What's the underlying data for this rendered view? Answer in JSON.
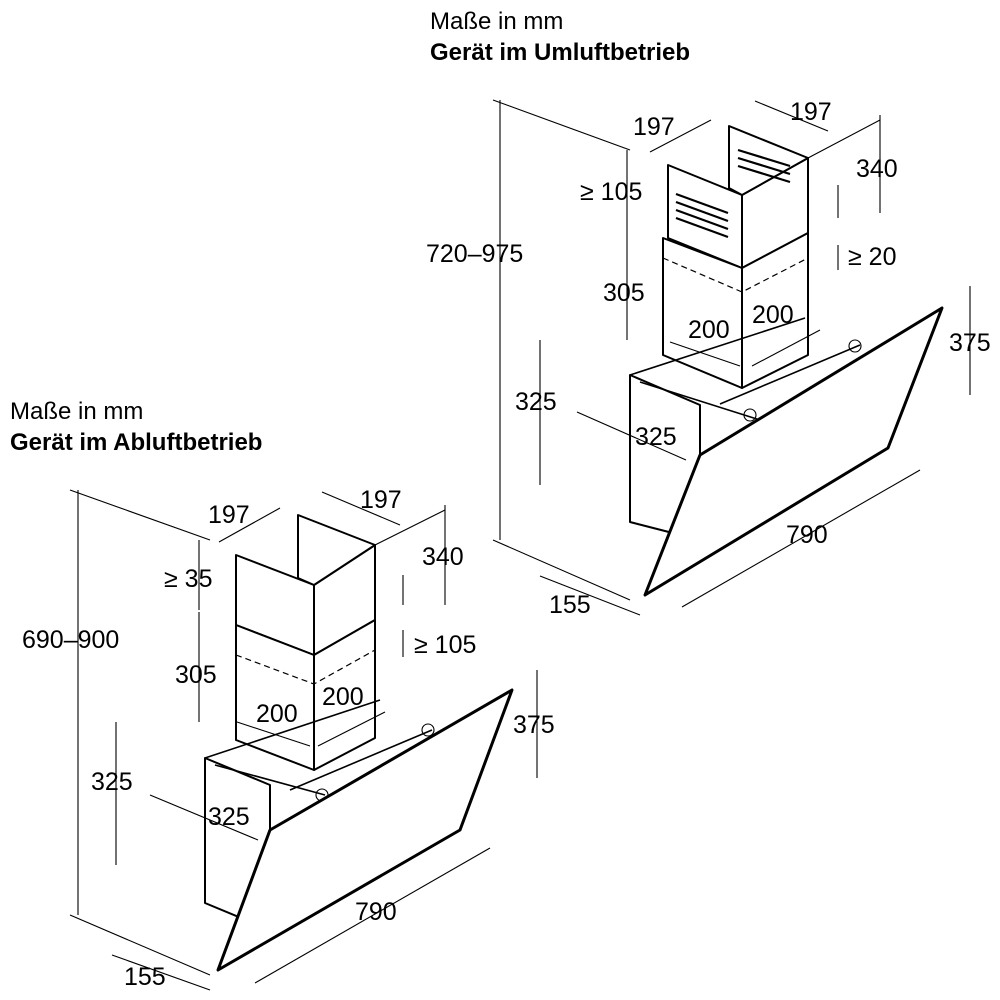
{
  "unit_caption": "Maße in mm",
  "variants": [
    {
      "mode": "Gerät im Umluftbetrieb",
      "labels": {
        "total_height": "720–975",
        "chimney_depth": "197",
        "chimney_width": "197",
        "top_section_height": "340",
        "top_clearance": "≥ 105",
        "bottom_clearance": "≥ 20",
        "duct_section_height": "305",
        "duct_depth": "200",
        "duct_width": "200",
        "glass_height": "375",
        "body_height": "325",
        "body_depth": "325",
        "width": "790",
        "wall_offset": "155"
      }
    },
    {
      "mode": "Gerät im Abluftbetrieb",
      "labels": {
        "total_height": "690–900",
        "chimney_depth": "197",
        "chimney_width": "197",
        "top_section_height": "340",
        "top_clearance": "≥ 35",
        "bottom_clearance": "≥ 105",
        "duct_section_height": "305",
        "duct_depth": "200",
        "duct_width": "200",
        "glass_height": "375",
        "body_height": "325",
        "body_depth": "325",
        "width": "790",
        "wall_offset": "155"
      }
    }
  ]
}
